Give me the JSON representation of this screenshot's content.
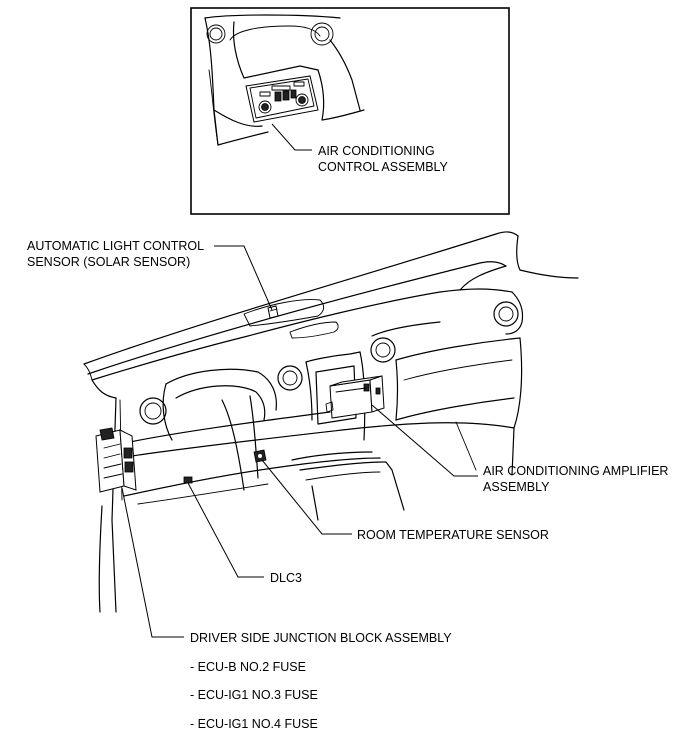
{
  "inset": {
    "label_line1": "AIR CONDITIONING",
    "label_line2": "CONTROL ASSEMBLY"
  },
  "labels": {
    "solar_line1": "AUTOMATIC LIGHT CONTROL",
    "solar_line2": "SENSOR (SOLAR SENSOR)",
    "amplifier_line1": "AIR CONDITIONING AMPLIFIER",
    "amplifier_line2": "ASSEMBLY",
    "room_temp": "ROOM TEMPERATURE SENSOR",
    "dlc3": "DLC3",
    "junction_block": "DRIVER SIDE JUNCTION BLOCK ASSEMBLY"
  },
  "fuses": [
    "- ECU-B NO.2 FUSE",
    "- ECU-IG1 NO.3 FUSE",
    "- ECU-IG1 NO.4 FUSE"
  ]
}
